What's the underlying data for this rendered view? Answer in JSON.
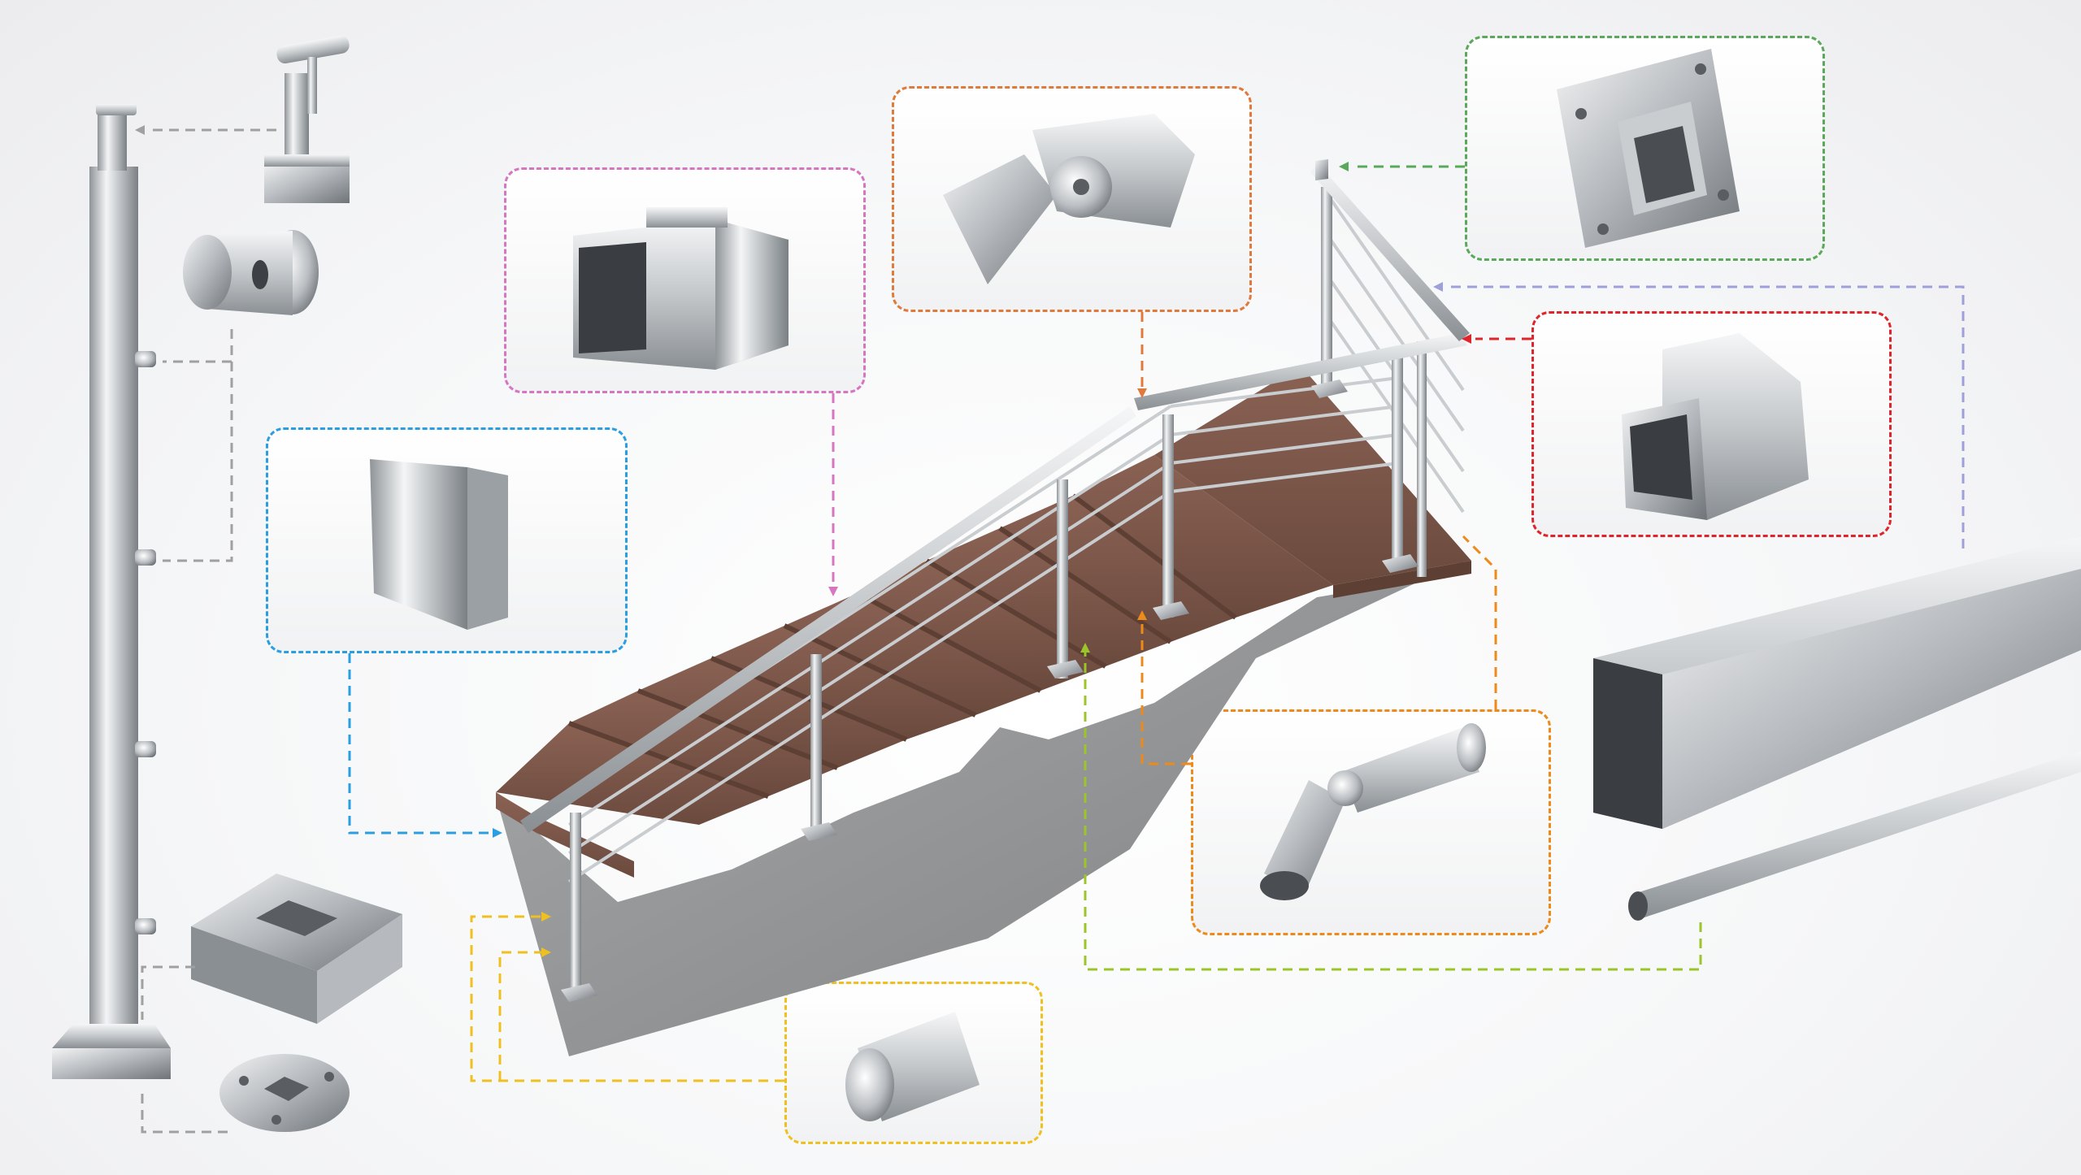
{
  "components": [
    {
      "id": "handrail-support-bracket",
      "icon": "handrail-support-bracket-icon",
      "group": "post"
    },
    {
      "id": "cable-holder-through",
      "icon": "cable-holder-icon",
      "group": "post"
    },
    {
      "id": "base-cover-plate",
      "icon": "base-cover-icon",
      "group": "post"
    },
    {
      "id": "base-mounting-flange",
      "icon": "round-flange-icon",
      "group": "post"
    },
    {
      "id": "square-tube-connector",
      "icon": "tube-connector-icon",
      "accent": "#d676c0"
    },
    {
      "id": "adjustable-elbow",
      "icon": "adjustable-elbow-icon",
      "accent": "#e07a3c"
    },
    {
      "id": "square-wall-flange",
      "icon": "wall-flange-icon",
      "accent": "#5aa95a"
    },
    {
      "id": "square-end-cap",
      "icon": "end-cap-icon",
      "accent": "#2a9ee0"
    },
    {
      "id": "90-degree-elbow",
      "icon": "elbow-90-icon",
      "accent": "#e0242c"
    },
    {
      "id": "square-handrail-tube",
      "icon": "square-tube-icon",
      "accent": "#9f9fdc"
    },
    {
      "id": "round-cable-rod",
      "icon": "round-rod-icon",
      "accent": "#9bc52a"
    },
    {
      "id": "adjustable-rod-connector",
      "icon": "adjustable-rod-connector-icon",
      "accent": "#ee8a1a"
    },
    {
      "id": "rod-end-cap",
      "icon": "rod-end-cap-icon",
      "accent": "#f0c020"
    }
  ],
  "colors": {
    "steel_light": "#f4f5f6",
    "steel_mid": "#b9bdc1",
    "steel_dark": "#6d7276",
    "wood": "#7a5547",
    "wood_dark": "#5e3f34",
    "concrete": "#9a9c9e",
    "connector_gray": "#a0a0a0"
  }
}
